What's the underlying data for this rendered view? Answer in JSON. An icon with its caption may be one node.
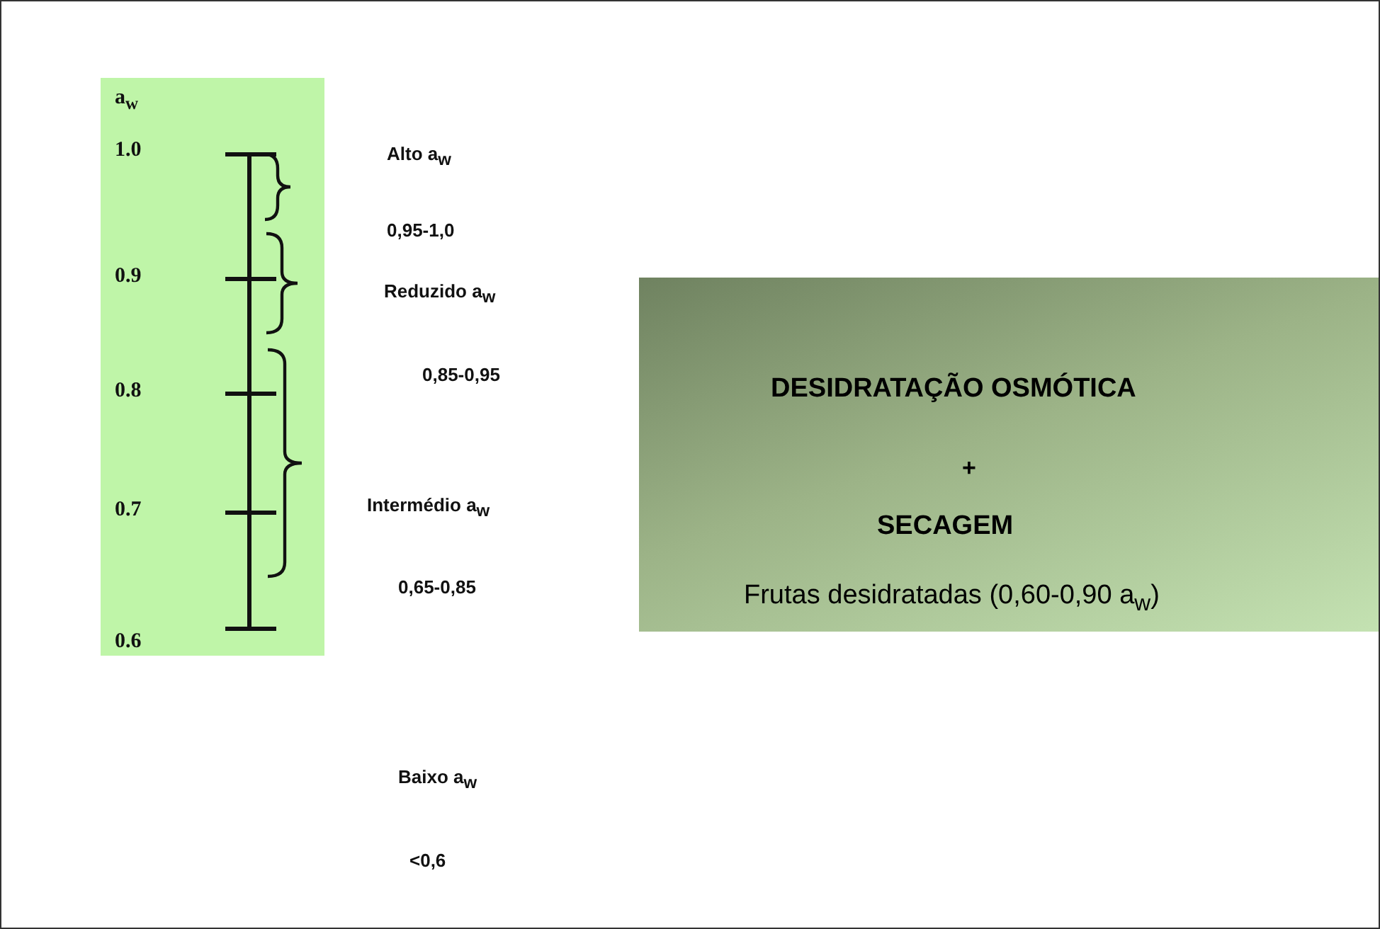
{
  "diagram": {
    "nodes": [
      {
        "text": [
          "DESIDRATAÇÃO OSMÓTICA",
          "+",
          "SECAGEM",
          "Frutas desidratadas (0,60-0,90 a$_{w}$)"
        ]
      }
    ],
    "labels": [
      "a$_{w}$",
      "1.0",
      "0.9",
      "0.8",
      "0.7",
      "0.6",
      "Alto a$_{w}$",
      "0,95-1,0",
      "Reduzido a$_{w}$",
      "0,85-0,95",
      "Intermédio a$_{w}$",
      "0,65-0,85",
      "Baixo a$_{w}$",
      "<0,6"
    ]
  }
}
